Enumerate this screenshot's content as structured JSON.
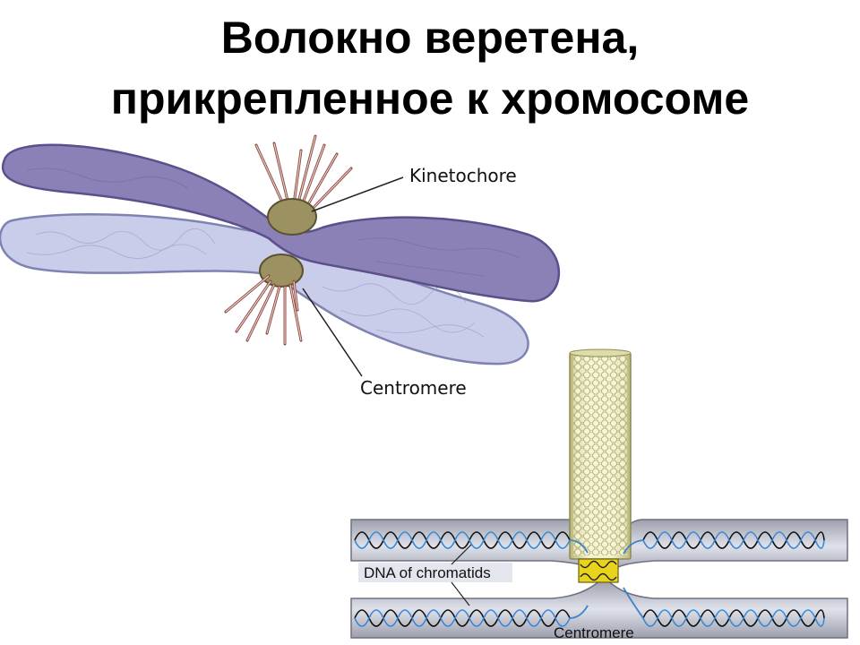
{
  "title": {
    "line1": "Волокно веретена,",
    "line2": "прикрепленное к хромосоме"
  },
  "chromosome_diagram": {
    "kinetochore_label": "Kinetochore",
    "centromere_label": "Centromere",
    "chromatid_dark_color": "#8a7fb2",
    "chromatid_light_color": "#c7cbe8",
    "kinetochore_color": "#9c9160"
  },
  "dna_diagram": {
    "chromatid_dna_label": "DNA of chromatids",
    "centromere_label": "Centromere",
    "microtubule_color": "#ecebb0",
    "centromere_band_color": "#e8d41c"
  }
}
